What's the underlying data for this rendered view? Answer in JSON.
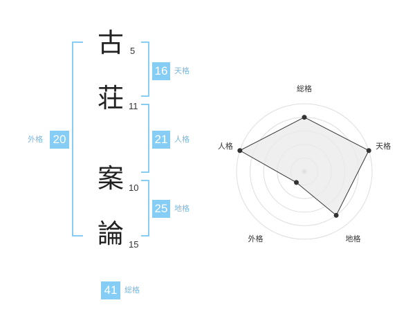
{
  "name": {
    "chars": [
      {
        "char": "古",
        "strokes": "5"
      },
      {
        "char": "荘",
        "strokes": "11"
      },
      {
        "char": "案",
        "strokes": "10"
      },
      {
        "char": "論",
        "strokes": "15"
      }
    ]
  },
  "kakusu": {
    "ten": {
      "value": "16",
      "label": "天格"
    },
    "jin": {
      "value": "21",
      "label": "人格"
    },
    "chi": {
      "value": "25",
      "label": "地格"
    },
    "gai": {
      "value": "20",
      "label": "外格"
    },
    "souka": {
      "value": "41",
      "label": "総格"
    }
  },
  "colors": {
    "accent": "#86cdf6",
    "accent_text": "#77b9df"
  },
  "chart_data": {
    "type": "radar",
    "categories": [
      "総格",
      "天格",
      "地格",
      "外格",
      "人格"
    ],
    "values": [
      4,
      5,
      4,
      1,
      5
    ],
    "rmax": 5,
    "rings": 5
  }
}
